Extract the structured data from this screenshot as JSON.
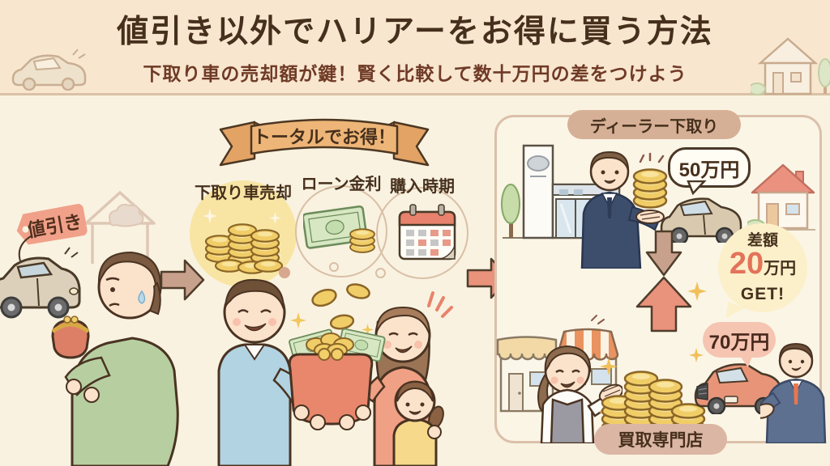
{
  "header": {
    "title": "値引き以外でハリアーをお得に買う方法",
    "subtitle": "下取り車の売却額が鍵！賢く比較して数十万円の差をつけよう"
  },
  "left_scene": {
    "discount_tag": "値引き"
  },
  "middle_scene": {
    "banner": "トータルでお得！",
    "factors": [
      {
        "label": "下取り車売却",
        "icon": "coin-stacks-icon"
      },
      {
        "label": "ローン金利",
        "icon": "banknote-icon"
      },
      {
        "label": "購入時期",
        "icon": "calendar-icon"
      }
    ]
  },
  "right_scene": {
    "dealer_label": "ディーラー下取り",
    "dealer_price": "50万円",
    "shop_label": "買取専門店",
    "shop_price": "70万円",
    "difference": {
      "label": "差額",
      "amount": "20",
      "unit": "万円",
      "suffix": "GET!"
    }
  },
  "colors": {
    "header_bg": "#f8e6cf",
    "main_bg": "#f9f2e0",
    "title_brown": "#46301d",
    "subtitle_red": "#6f3a26",
    "accent_salmon": "#e8907a",
    "banner_orange": "#edb577",
    "coin_gold": "#f1cd68",
    "bubble_yellow": "#f8e5a4",
    "diff_badge_bg": "#fcf0ca",
    "diff_amount": "#e3735a"
  }
}
